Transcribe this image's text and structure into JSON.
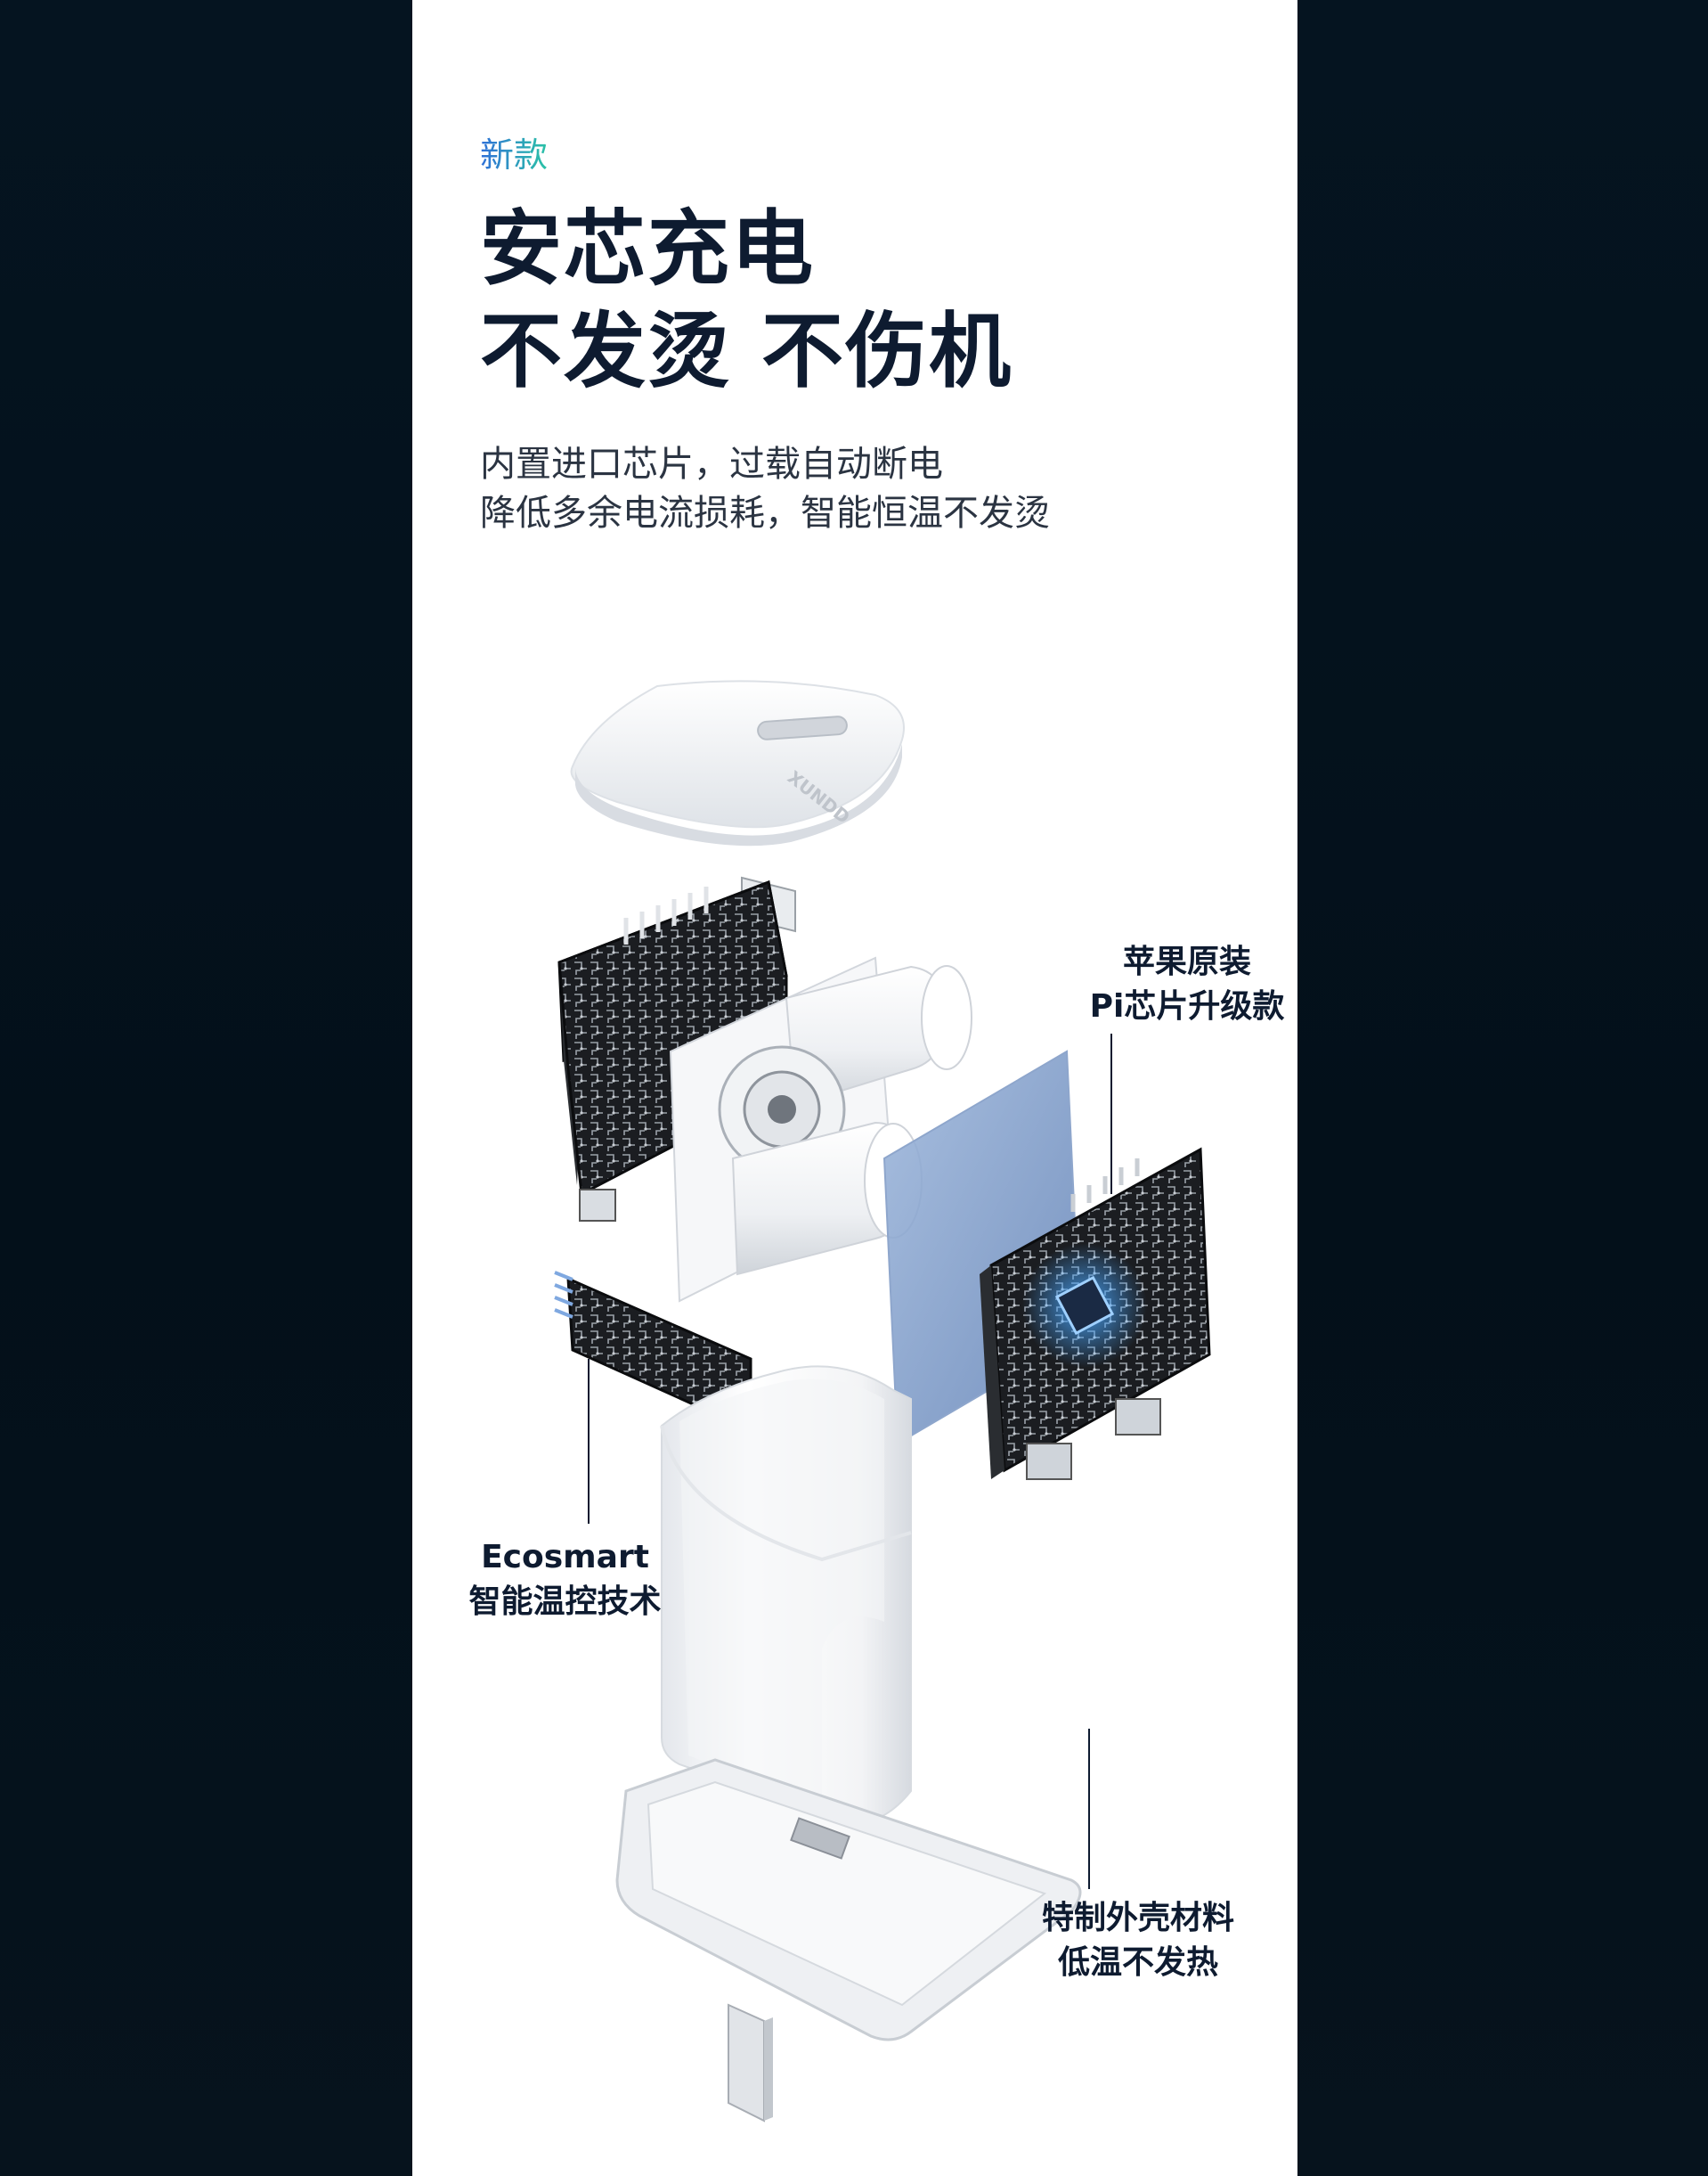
{
  "tag": "新款",
  "headline": [
    "安芯充电",
    "不发烫 不伤机"
  ],
  "description": [
    "内置进口芯片，过载自动断电",
    "降低多余电流损耗，智能恒温不发烫"
  ],
  "product": {
    "brand": "XUNDD"
  },
  "callouts": {
    "apple_chip": [
      "苹果原装",
      "Pi芯片升级款"
    ],
    "ecosmart": [
      "Ecosmart",
      "智能温控技术"
    ],
    "shell": [
      "特制外壳材料",
      "低温不发热"
    ]
  },
  "colors": {
    "background": "#04111c",
    "panel": "#ffffff",
    "heading": "#0e1b30",
    "tag_gradient": [
      "#2f6fd8",
      "#2bc3a6"
    ],
    "chip_glow": "#4aa8ff"
  },
  "icons": [
    "charger-cap-icon",
    "pcb-board-icon",
    "transformer-icon",
    "chip-icon",
    "charger-shell-icon",
    "plug-pins-icon"
  ]
}
